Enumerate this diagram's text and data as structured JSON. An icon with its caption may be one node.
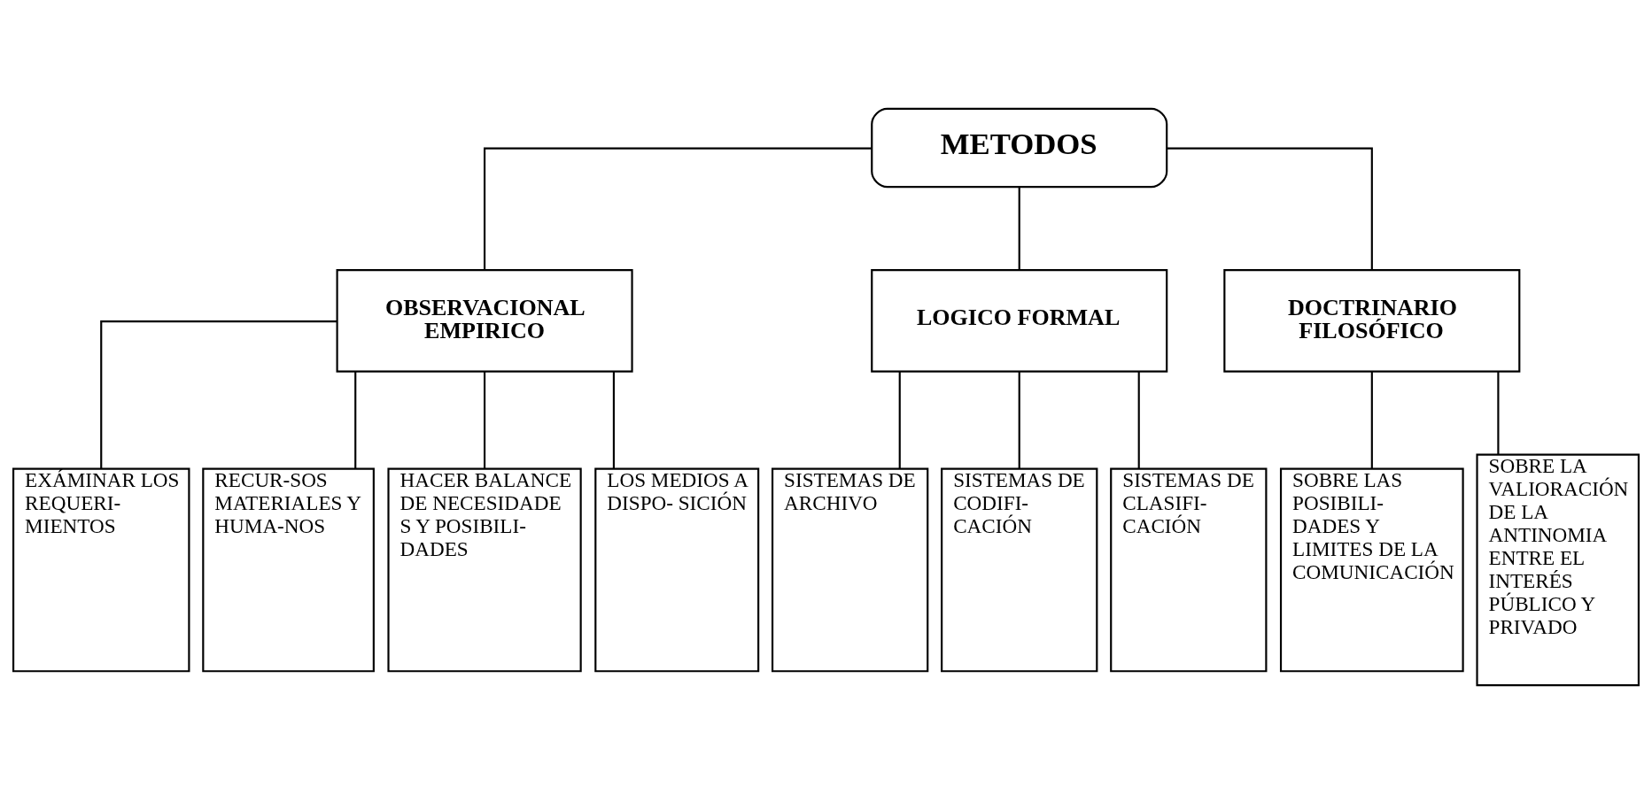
{
  "diagram": {
    "nodes": [
      {
        "text": [
          "METODOS"
        ]
      },
      {
        "text": [
          "OBSERVACIONAL EMPIRICO"
        ]
      },
      {
        "text": [
          "LOGICO FORMAL"
        ]
      },
      {
        "text": [
          "DOCTRINARIO FILOSÓFICO"
        ]
      },
      {
        "text": [
          "EXÁMINAR LOS REQUERI- MIENTOS"
        ]
      },
      {
        "text": [
          "RECUR-SOS MATERIALES Y HUMA-NOS"
        ]
      },
      {
        "text": [
          "HACER BALANCE DE NECESIDADE S Y POSIBILI- DADES"
        ]
      },
      {
        "text": [
          "LOS MEDIOS A DISPO- SICIÓN"
        ]
      },
      {
        "text": [
          "SISTEMAS DE ARCHIVO"
        ]
      },
      {
        "text": [
          "SISTEMAS DE CODIFI- CACIÓN"
        ]
      },
      {
        "text": [
          "SISTEMAS DE CLASIFI- CACIÓN"
        ]
      },
      {
        "text": [
          "SOBRE LAS POSIBILI-DADES Y LIMITES DE LA COMUNICACIÓN"
        ]
      },
      {
        "text": [
          "SOBRE LA VALIORACIÓN DE LA ANTINOMIA ENTRE EL INTERÉS PÚBLICO Y PRIVADO"
        ]
      }
    ],
    "edges": [
      {
        "from": 0,
        "to": 1,
        "arrow": "none"
      },
      {
        "from": 0,
        "to": 2,
        "arrow": "none"
      },
      {
        "from": 0,
        "to": 3,
        "arrow": "none"
      },
      {
        "from": 1,
        "to": 4,
        "arrow": "none"
      },
      {
        "from": 1,
        "to": 5,
        "arrow": "none"
      },
      {
        "from": 1,
        "to": 6,
        "arrow": "none"
      },
      {
        "from": 1,
        "to": 7,
        "arrow": "none"
      },
      {
        "from": 2,
        "to": 8,
        "arrow": "none"
      },
      {
        "from": 2,
        "to": 9,
        "arrow": "none"
      },
      {
        "from": 2,
        "to": 10,
        "arrow": "none"
      },
      {
        "from": 3,
        "to": 11,
        "arrow": "none"
      },
      {
        "from": 3,
        "to": 12,
        "arrow": "none"
      }
    ]
  }
}
